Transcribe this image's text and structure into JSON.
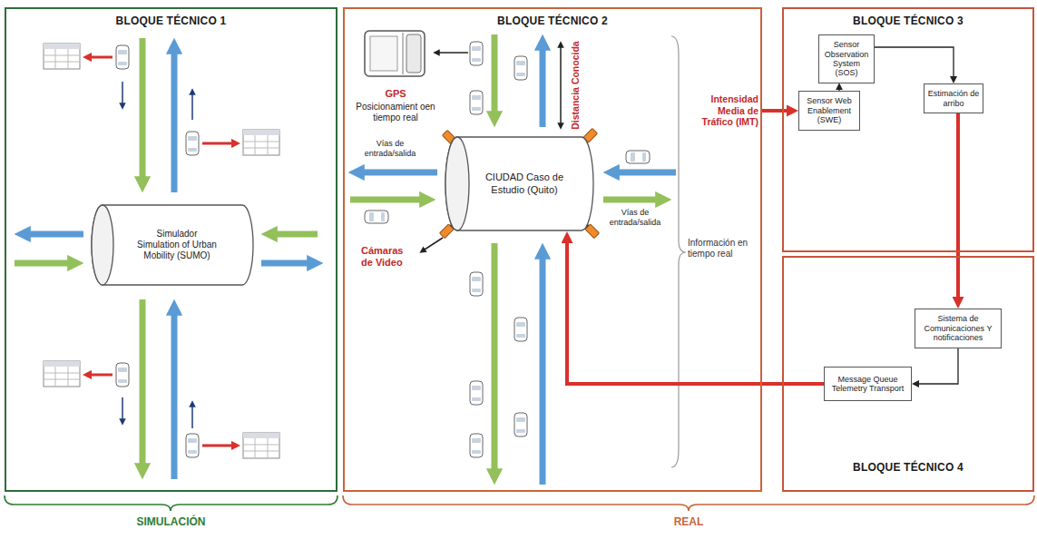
{
  "diagram": {
    "nodes": [
      {
        "text": [
          "BLOQUE TÉCNICO 1"
        ]
      },
      {
        "text": [
          "Simulador Simulation of Urban Mobility (SUMO)"
        ],
        "in": 0
      },
      {
        "text": [
          "BLOQUE TÉCNICO 2"
        ]
      },
      {
        "text": [
          "CIUDAD Caso de Estudio (Quito)"
        ],
        "in": 2
      },
      {
        "text": [
          "BLOQUE TÉCNICO 3"
        ]
      },
      {
        "text": [
          "Sensor Observation System (SOS)"
        ],
        "in": 4
      },
      {
        "text": [
          "Sensor Web Enablement (SWE)"
        ],
        "in": 4
      },
      {
        "text": [
          "Estimación de arribo"
        ],
        "in": 4
      },
      {
        "text": [
          "BLOQUE TÉCNICO 4"
        ]
      },
      {
        "text": [
          "Sistema de Comunicaciones Y notificaciones"
        ],
        "in": 8
      },
      {
        "text": [
          "Message Queue Telemetry Transport"
        ],
        "in": 8
      }
    ],
    "edges": [
      {
        "from": 2,
        "to": 6,
        "label": "Intensidad Media de Tráfico (IMT)",
        "arrow": "to"
      },
      {
        "from": 6,
        "to": 5,
        "arrow": "to"
      },
      {
        "from": 5,
        "to": 7,
        "arrow": "to"
      },
      {
        "from": 7,
        "to": 9,
        "arrow": "to"
      },
      {
        "from": 9,
        "to": 10,
        "arrow": "to"
      },
      {
        "from": 10,
        "to": 3,
        "arrow": "to"
      }
    ],
    "labels": [
      "Distancia Conocida",
      "GPS",
      "Posicionamient oen tiempo real",
      "Vías de entrada/salida",
      "Cámaras de Video",
      "Vías de entrada/salida",
      "Información en tiempo real",
      "SIMULACIÓN",
      "REAL"
    ]
  }
}
